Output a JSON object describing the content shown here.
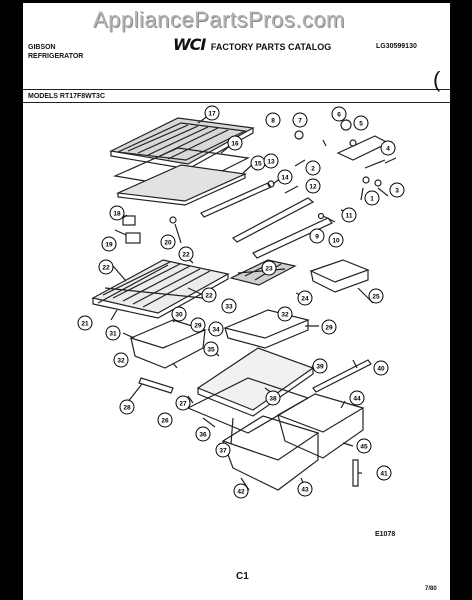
{
  "header": {
    "watermark": "AppliancePartsPros.com",
    "brand_line1": "GIBSON",
    "brand_line2": "REFRIGERATOR",
    "catalog_logo": "WCI",
    "catalog_title": "FACTORY PARTS CATALOG",
    "document_number": "LG30599130",
    "models": "MODELS RT17F8WT3C"
  },
  "callouts": [
    "17",
    "16",
    "15",
    "13",
    "14",
    "12",
    "18",
    "19",
    "20",
    "22",
    "22",
    "22",
    "21",
    "31",
    "33",
    "34",
    "30",
    "29",
    "28",
    "32",
    "32",
    "29",
    "35",
    "26",
    "27",
    "36",
    "37",
    "38",
    "39",
    "40",
    "41",
    "42",
    "43",
    "44",
    "45",
    "6",
    "7",
    "8",
    "5",
    "4",
    "2",
    "3",
    "1",
    "11",
    "9",
    "10",
    "24",
    "23",
    "25"
  ],
  "footer": {
    "figure_code": "E1078",
    "page_label": "C1",
    "date_code": "7/80"
  }
}
